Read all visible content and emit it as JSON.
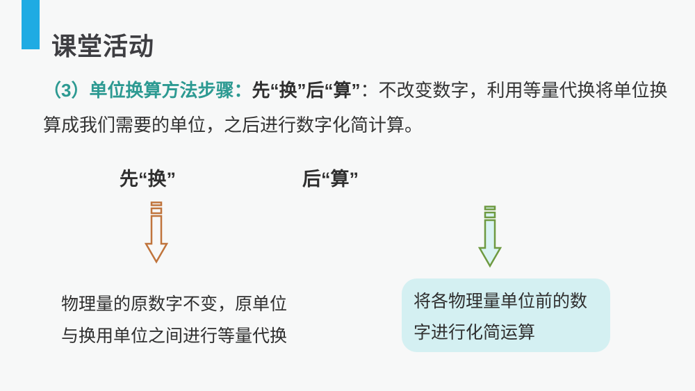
{
  "header": {
    "title": "课堂活动",
    "accent_color": "#1FABE3"
  },
  "paragraph": {
    "lead": "（3）单位换算方法步骤：",
    "emphasis": "先“换”后“算”",
    "body": "：不改变数字，利用等量代换将单位换算成我们需要的单位，之后进行数字化简计算。"
  },
  "steps": [
    {
      "label": "先“换”",
      "arrow_icon": "striped-down-arrow",
      "arrow_stroke": "#C0743C",
      "arrow_fill": "#F7F8F8",
      "note_lines": [
        "物理量的原数字不变，原单位",
        "与换用单位之间进行等量代换"
      ]
    },
    {
      "label": "后“算”",
      "arrow_icon": "striped-down-arrow",
      "arrow_stroke": "#6E9A41",
      "arrow_fill": "#D9F3F3",
      "note_lines": [
        "将各物理量单位前的数",
        "字进行化简运算"
      ],
      "note_bg": "#D4F0F2"
    }
  ],
  "colors": {
    "background": "#F7F8F8",
    "lead_text": "#2D9A92",
    "body_text": "#333333"
  }
}
